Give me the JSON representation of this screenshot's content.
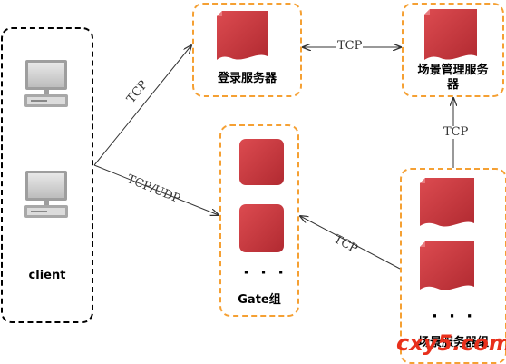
{
  "nodes": {
    "client": {
      "label": "client"
    },
    "login_server": {
      "label": "登录服务器"
    },
    "scene_manager": {
      "label_line1": "场景管理服务",
      "label_line2": "器"
    },
    "gate_group": {
      "label": "Gate组",
      "ellipsis": "· · ·"
    },
    "scene_servers": {
      "label": "场景服务器组",
      "ellipsis": "· · ·"
    }
  },
  "edges": {
    "client_to_login": "TCP",
    "login_to_manager": "TCP",
    "client_to_gate": "TCP/UDP",
    "scene_to_gate": "TCP",
    "scene_to_manager": "TCP"
  },
  "colors": {
    "client_border": "#000000",
    "group_border": "#f5a033",
    "server_fill": "#c8323a",
    "line": "#333333"
  },
  "icons": [
    "computer-icon",
    "server-document-icon",
    "server-block-icon"
  ],
  "watermark": "cxy5.com"
}
